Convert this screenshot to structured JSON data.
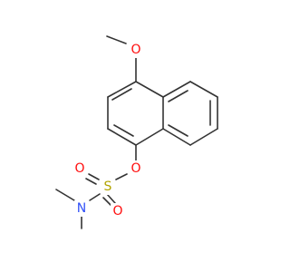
{
  "molecule": {
    "atoms": {
      "methoxy_oxygen": "O",
      "ester_oxygen": "O",
      "sulfur": "S",
      "sulfonyl_oxygen_left": "O",
      "sulfonyl_oxygen_right": "O",
      "nitrogen": "N"
    },
    "colors": {
      "bond": "#333333",
      "oxygen": "#ff0d0d",
      "sulfur": "#b2a400",
      "nitrogen": "#3050f8"
    }
  }
}
